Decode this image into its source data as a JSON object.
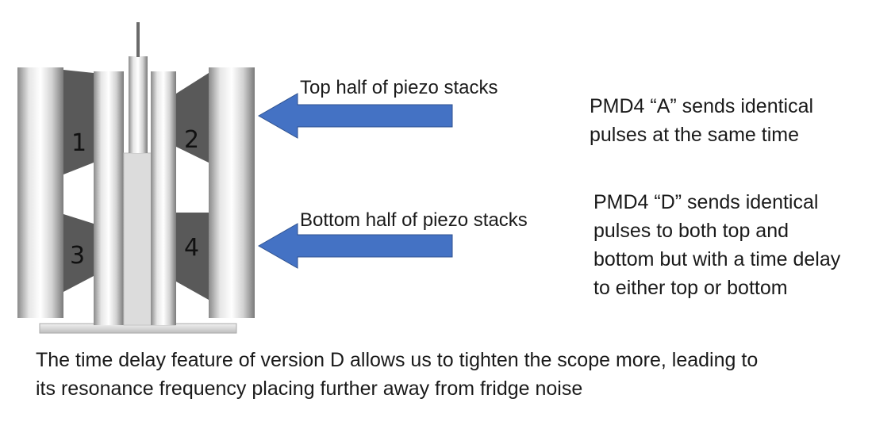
{
  "labels": {
    "top_half": "Top half of piezo stacks",
    "bottom_half": "Bottom half of piezo stacks"
  },
  "notes": {
    "pmd_a": [
      "PMD4 “A” sends identical",
      "pulses at the same time"
    ],
    "pmd_d": [
      "PMD4 “D” sends identical",
      "pulses to both top and",
      "bottom but with a time delay",
      "to either top or bottom"
    ]
  },
  "caption": [
    "The time delay feature of version D allows us to tighten the scope more, leading to",
    "its resonance frequency placing further away from fridge noise"
  ],
  "stack_numbers": [
    "1",
    "2",
    "3",
    "4"
  ],
  "colors": {
    "arrow": "#4472c4",
    "stack": "#595959"
  }
}
